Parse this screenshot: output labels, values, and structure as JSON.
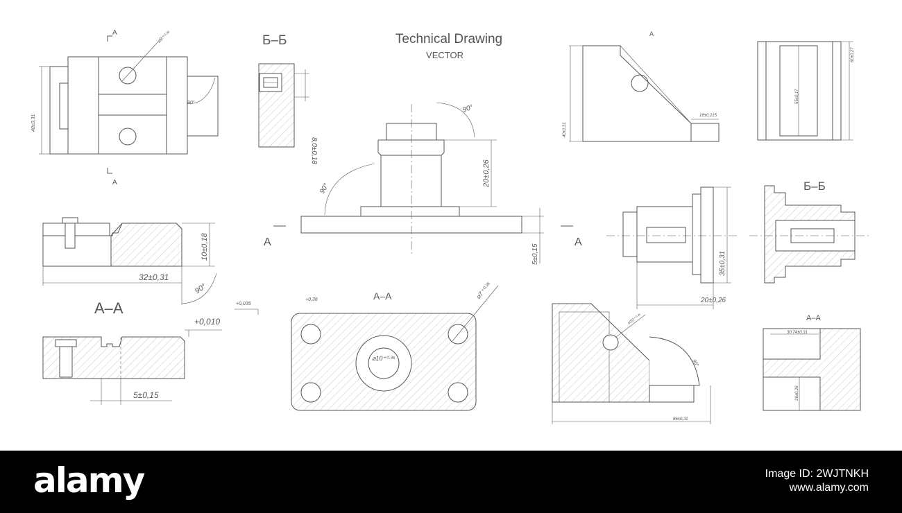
{
  "title": "Technical Drawing",
  "subtitle": "VECTOR",
  "labels": {
    "section_a": "A",
    "section_b": "Б–Б",
    "section_aa": "A–A"
  },
  "dims": {
    "tl_vert": "40±0,31",
    "tl_dia": "⌀9⁺⁰·³⁶",
    "tl_angle": "90°",
    "bb_small_vert": "8,0±0,18",
    "center_height": "20±0,26",
    "center_angle_top": "90°",
    "center_angle_left": "90°",
    "center_plate": "5±0,15",
    "ml_height": "10±0,18",
    "ml_width": "32±0,31",
    "ml_angle": "90°",
    "bl_tol": "+0,010",
    "bl_width": "5±0,15",
    "plate_tol_left": "+0,035",
    "plate_tol_mid": "+0,36",
    "plate_hole": "⌀7⁺⁰·²⁶",
    "plate_center": "⌀10⁺⁰·³⁶",
    "tr_vert": "40±0,31",
    "tr_small": "16±0,215",
    "far_right_vert": "60±0,27",
    "far_right_inner": "55±0,17",
    "mr_vert": "35±0,31",
    "mr_horiz": "20±0,26",
    "br_dia": "⌀10⁺⁰·³⁶",
    "br_angle": "90°",
    "br_horiz": "86±0,31",
    "aa_right_top": "30,74±0,31",
    "aa_right_vert": "26±0,26"
  },
  "stock": {
    "brand": "alamy",
    "image_id": "Image ID: 2WJTNKH",
    "site": "www.alamy.com"
  }
}
